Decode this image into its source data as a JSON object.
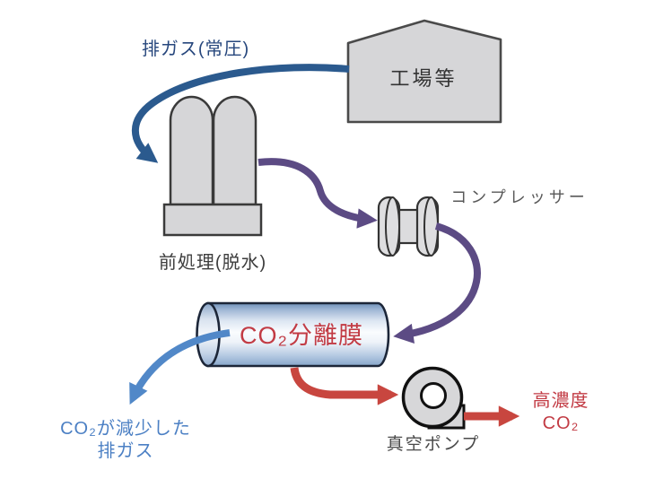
{
  "diagram": {
    "nodes": {
      "factory": {
        "label": "工場等"
      },
      "pretreatment": {
        "label": "前処理(脱水)"
      },
      "compressor": {
        "label": "コンプレッサー"
      },
      "membrane": {
        "label": "CO₂分離膜"
      },
      "vacuum_pump": {
        "label": "真空ポンプ"
      }
    },
    "flows": {
      "exhaust_gas": {
        "label": "排ガス(常圧)",
        "color": "#2b5a8e"
      },
      "compressed_gas": {
        "color": "#5c4b84"
      },
      "reduced_gas": {
        "label_line1": "CO₂が減少した",
        "label_line2": "排ガス",
        "color": "#5188c8"
      },
      "high_co2": {
        "label_line1": "高濃度",
        "label_line2": "CO₂",
        "color": "#c8463f"
      }
    },
    "colors": {
      "exhaust_arrow": "#2b5a8e",
      "compressed_arrow": "#5c4b84",
      "reduced_arrow": "#5188c8",
      "co2_arrow": "#c8463f",
      "co2_text": "#c23b44",
      "shape_fill": "#d6d6d8",
      "shape_stroke": "#3a3a3a"
    }
  }
}
